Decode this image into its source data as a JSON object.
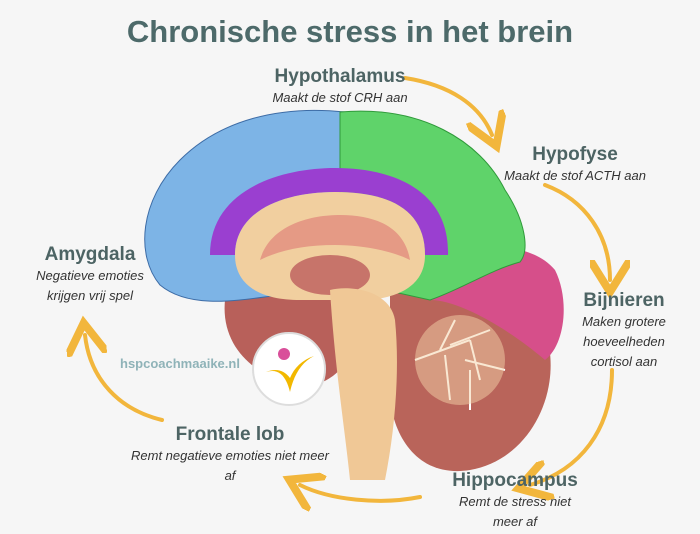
{
  "title": "Chronische stress in het brein",
  "steps": [
    {
      "heading": "Hypothalamus",
      "text": "Maakt de stof CRH aan"
    },
    {
      "heading": "Hypofyse",
      "text": "Maakt de stof ACTH aan"
    },
    {
      "heading": "Bijnieren",
      "text": "Maken grotere hoeveelheden cortisol aan"
    },
    {
      "heading": "Hippocampus",
      "text": "Remt de stress niet meer af"
    },
    {
      "heading": "Frontale lob",
      "text": "Remt negatieve emoties niet meer af"
    },
    {
      "heading": "Amygdala",
      "text": "Negatieve emoties krijgen vrij spel"
    }
  ],
  "watermark": "hspcoachmaaike.nl",
  "colors": {
    "arrow": "#f2b63c",
    "title": "#4d6a6a",
    "frontal": "#7db4e6",
    "parietal": "#5fd36a",
    "occipital": "#d64f8a",
    "cingulate": "#9a3fd0"
  }
}
